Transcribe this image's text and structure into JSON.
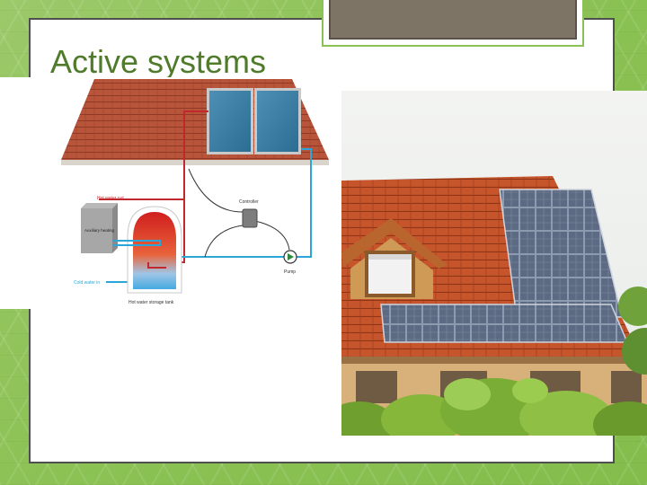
{
  "slide": {
    "title": "Active systems"
  },
  "diagram": {
    "hot_water_out": "Hot water out",
    "controller": "Controller",
    "auxiliary_heating": "Auxiliary heating",
    "pump": "Pump",
    "cold_water_in": "Cold water in",
    "tank": "Hot water storage tank"
  },
  "colors": {
    "accent_green": "#8cc255",
    "title_green": "#4f7b2a",
    "hot_pipe": "#c0282d",
    "cold_pipe": "#2aa6d8"
  }
}
